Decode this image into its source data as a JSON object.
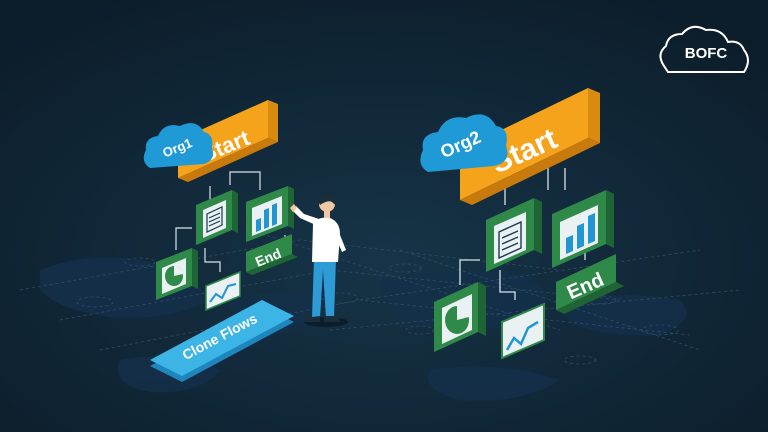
{
  "brand": {
    "logo_text": "BOFC"
  },
  "left_flow": {
    "org_label": "Org1",
    "start_label": "Start",
    "end_label": "End"
  },
  "right_flow": {
    "org_label": "Org2",
    "start_label": "Start",
    "end_label": "End"
  },
  "action": {
    "label": "Clone Flows"
  },
  "colors": {
    "background": "#0f2433",
    "start_orange": "#f5a31a",
    "start_orange_dark": "#c87a0c",
    "org_blue": "#1f9ad6",
    "card_green": "#2f8a4a",
    "clone_blue": "#3cb4e6",
    "person_shirt": "#ffffff",
    "person_pants": "#2e9bd6"
  },
  "icons": [
    "cloud-logo-icon",
    "clipboard-icon",
    "bar-chart-icon",
    "pie-chart-icon",
    "line-chart-icon",
    "person-figure"
  ]
}
